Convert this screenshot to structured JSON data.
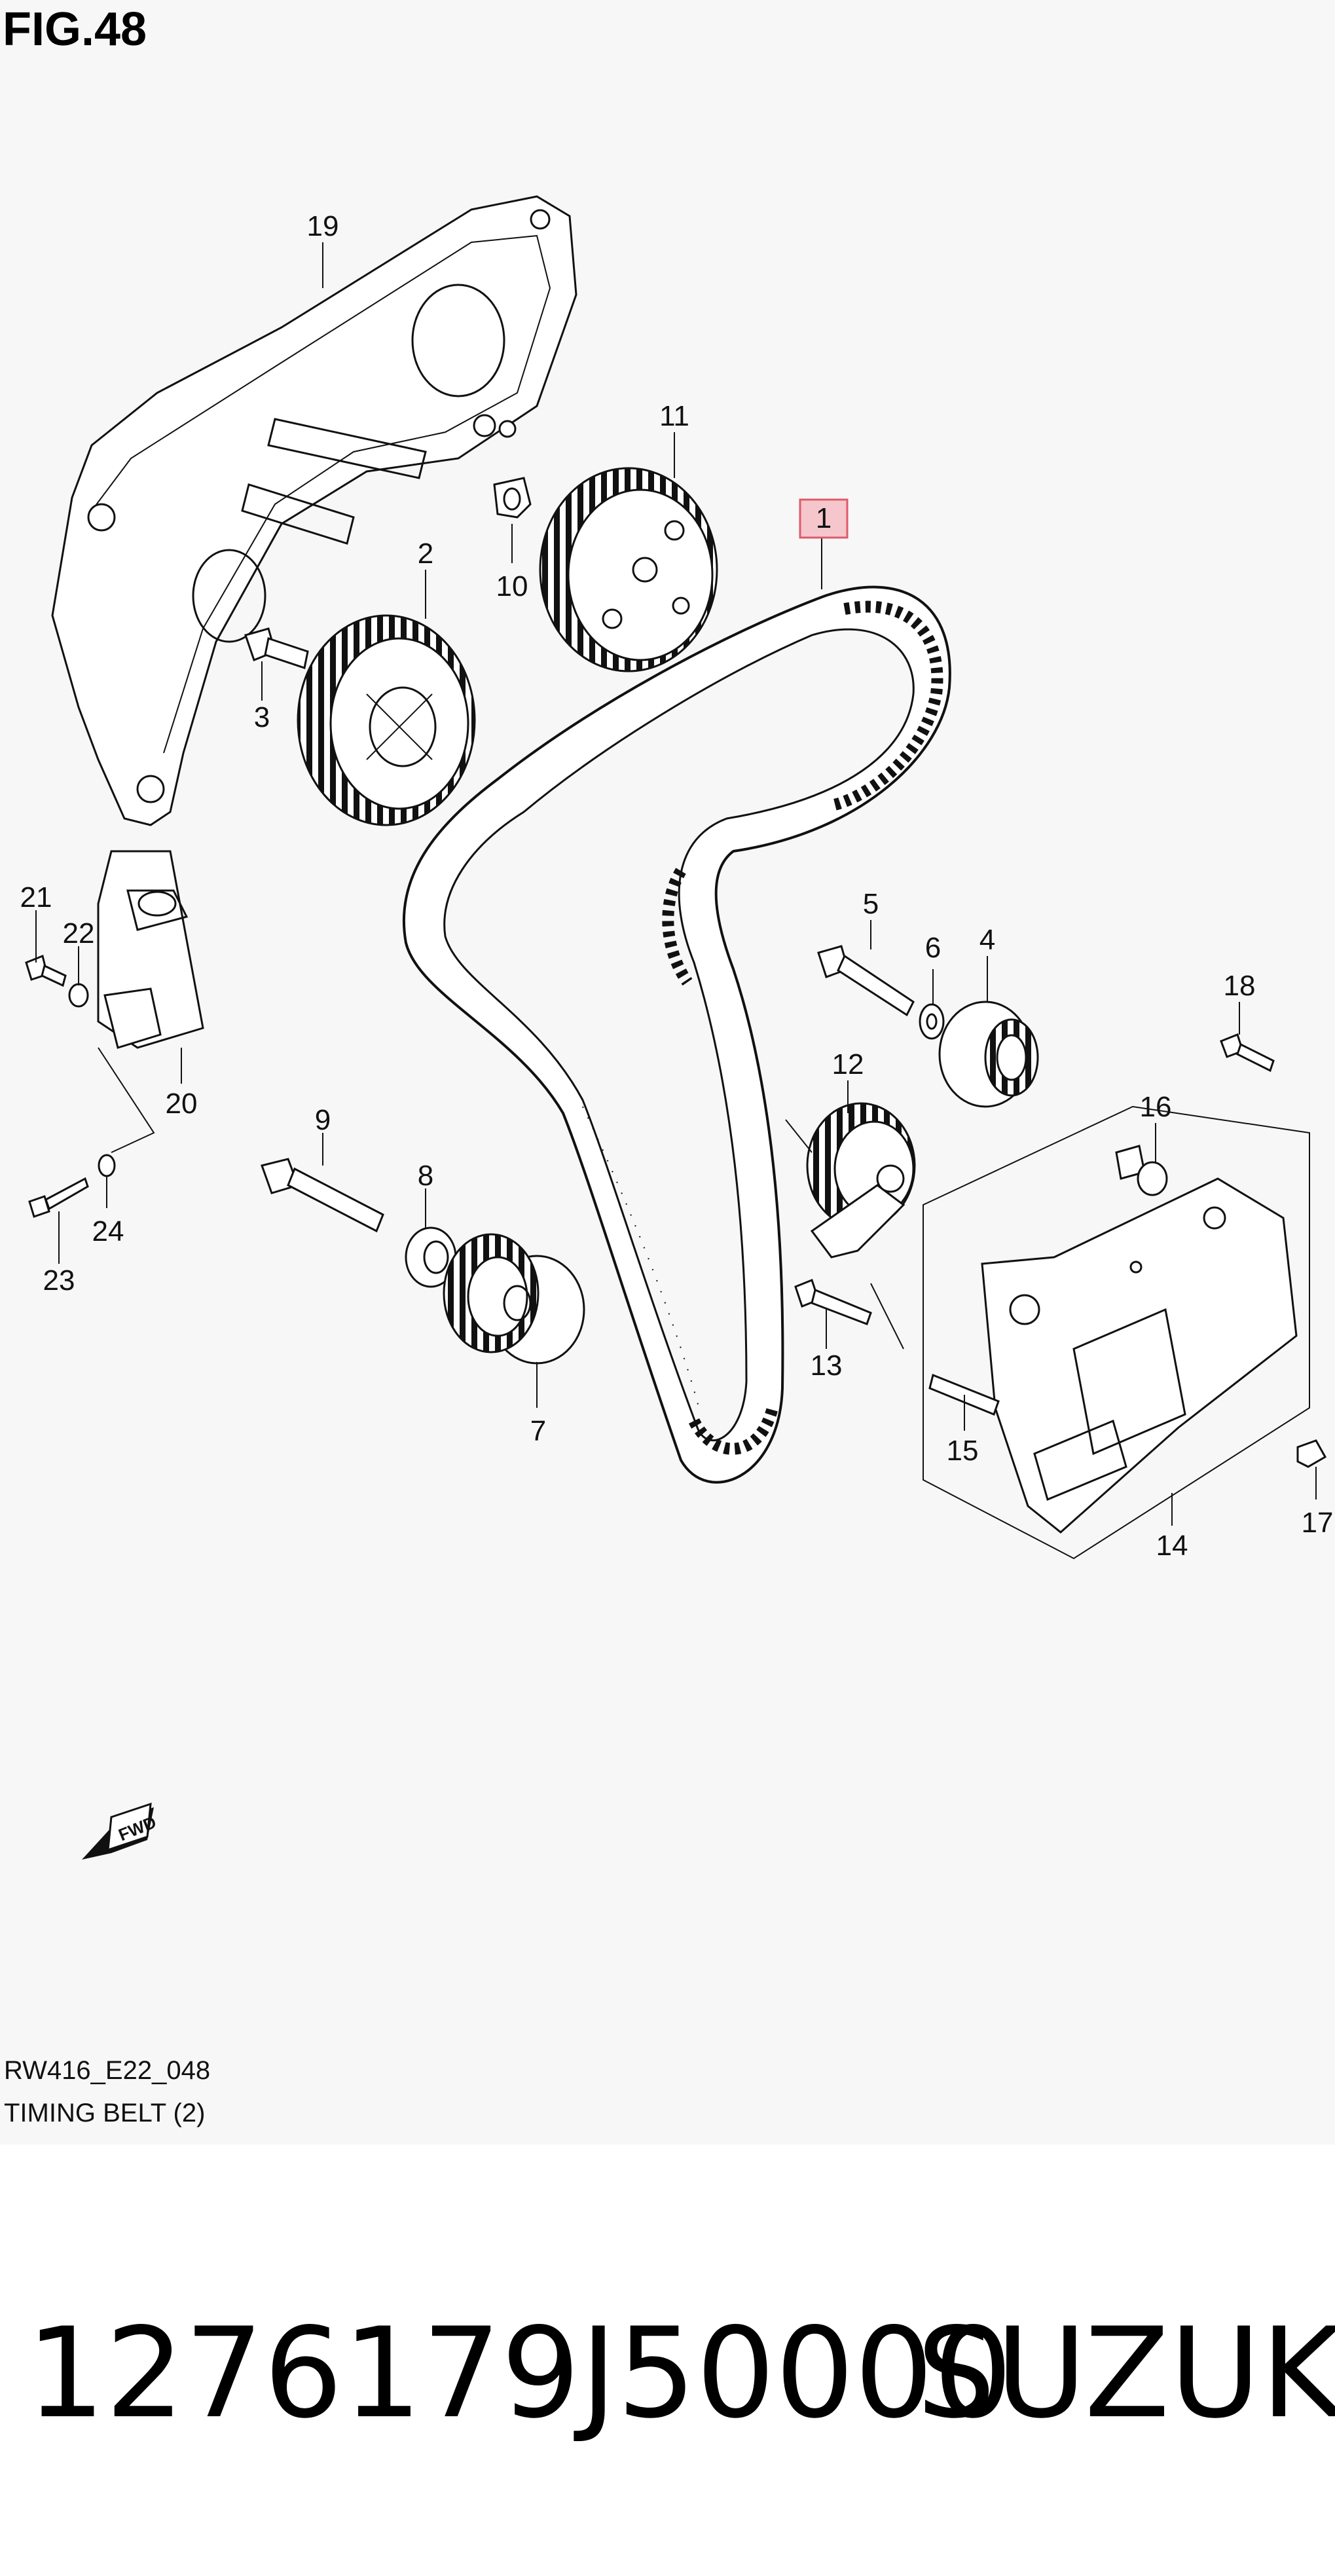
{
  "figure": {
    "title": "FIG.48",
    "code": "RW416_E22_048",
    "name": "TIMING BELT (2)"
  },
  "fwd_label": "FWD",
  "highlight_color": "#e05a6a",
  "callouts": [
    {
      "id": "c1",
      "label": "1",
      "highlighted": true
    },
    {
      "id": "c2",
      "label": "2"
    },
    {
      "id": "c3",
      "label": "3"
    },
    {
      "id": "c4",
      "label": "4"
    },
    {
      "id": "c5",
      "label": "5"
    },
    {
      "id": "c6",
      "label": "6"
    },
    {
      "id": "c7",
      "label": "7"
    },
    {
      "id": "c8",
      "label": "8"
    },
    {
      "id": "c9",
      "label": "9"
    },
    {
      "id": "c10",
      "label": "10"
    },
    {
      "id": "c11",
      "label": "11"
    },
    {
      "id": "c12",
      "label": "12"
    },
    {
      "id": "c13",
      "label": "13"
    },
    {
      "id": "c14",
      "label": "14"
    },
    {
      "id": "c15",
      "label": "15"
    },
    {
      "id": "c16",
      "label": "16"
    },
    {
      "id": "c17",
      "label": "17"
    },
    {
      "id": "c18",
      "label": "18"
    },
    {
      "id": "c19",
      "label": "19"
    },
    {
      "id": "c20",
      "label": "20"
    },
    {
      "id": "c21",
      "label": "21"
    },
    {
      "id": "c22",
      "label": "22"
    },
    {
      "id": "c23",
      "label": "23"
    },
    {
      "id": "c24",
      "label": "24"
    }
  ],
  "footer": {
    "part_number": "1276179J50000",
    "brand": "SUZUKI"
  }
}
